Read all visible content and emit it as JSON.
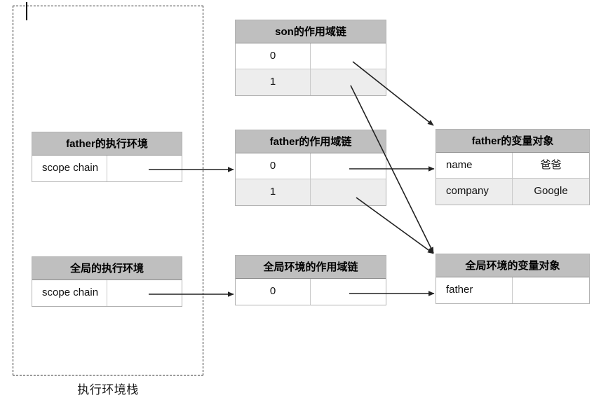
{
  "diagram": {
    "title": "JavaScript scope chain / execution context diagram",
    "stack": {
      "label": "执行环境栈"
    },
    "colors": {
      "header_fill": "#bfbfbf",
      "row_shade": "#ededed",
      "border": "#b2b2b2",
      "arrow": "#222222",
      "dashed_border": "#222222",
      "text": "#111111"
    },
    "cards": {
      "son_scope": {
        "header": "son的作用域链",
        "rows": [
          {
            "index": "0",
            "value": ""
          },
          {
            "index": "1",
            "value": ""
          }
        ]
      },
      "father_exec": {
        "header": "father的执行环境",
        "rows": [
          {
            "index": "scope chain",
            "value": ""
          }
        ]
      },
      "father_scope": {
        "header": "father的作用域链",
        "rows": [
          {
            "index": "0",
            "value": ""
          },
          {
            "index": "1",
            "value": ""
          }
        ]
      },
      "father_vo": {
        "header": "father的变量对象",
        "rows": [
          {
            "index": "name",
            "value": "爸爸"
          },
          {
            "index": "company",
            "value": "Google"
          }
        ]
      },
      "global_exec": {
        "header": "全局的执行环境",
        "rows": [
          {
            "index": "scope chain",
            "value": ""
          }
        ]
      },
      "global_scope": {
        "header": "全局环境的作用域链",
        "rows": [
          {
            "index": "0",
            "value": ""
          }
        ]
      },
      "global_vo": {
        "header": "全局环境的变量对象",
        "rows": [
          {
            "index": "father",
            "value": ""
          }
        ]
      }
    },
    "connections": [
      {
        "name": "son-scope-0-to-father-vo",
        "from": "son的作用域链 0",
        "to": "father的变量对象"
      },
      {
        "name": "son-scope-1-to-global-vo",
        "from": "son的作用域链 1",
        "to": "全局环境的变量对象"
      },
      {
        "name": "father-exec-to-father-scope",
        "from": "father的执行环境 scope chain",
        "to": "father的作用域链"
      },
      {
        "name": "father-scope-0-to-father-vo",
        "from": "father的作用域链 0",
        "to": "father的变量对象"
      },
      {
        "name": "father-scope-1-to-global-vo",
        "from": "father的作用域链 1",
        "to": "全局环境的变量对象"
      },
      {
        "name": "global-exec-to-global-scope",
        "from": "全局的执行环境 scope chain",
        "to": "全局环境的作用域链"
      },
      {
        "name": "global-scope-0-to-global-vo",
        "from": "全局环境的作用域链 0",
        "to": "全局环境的变量对象"
      }
    ]
  }
}
